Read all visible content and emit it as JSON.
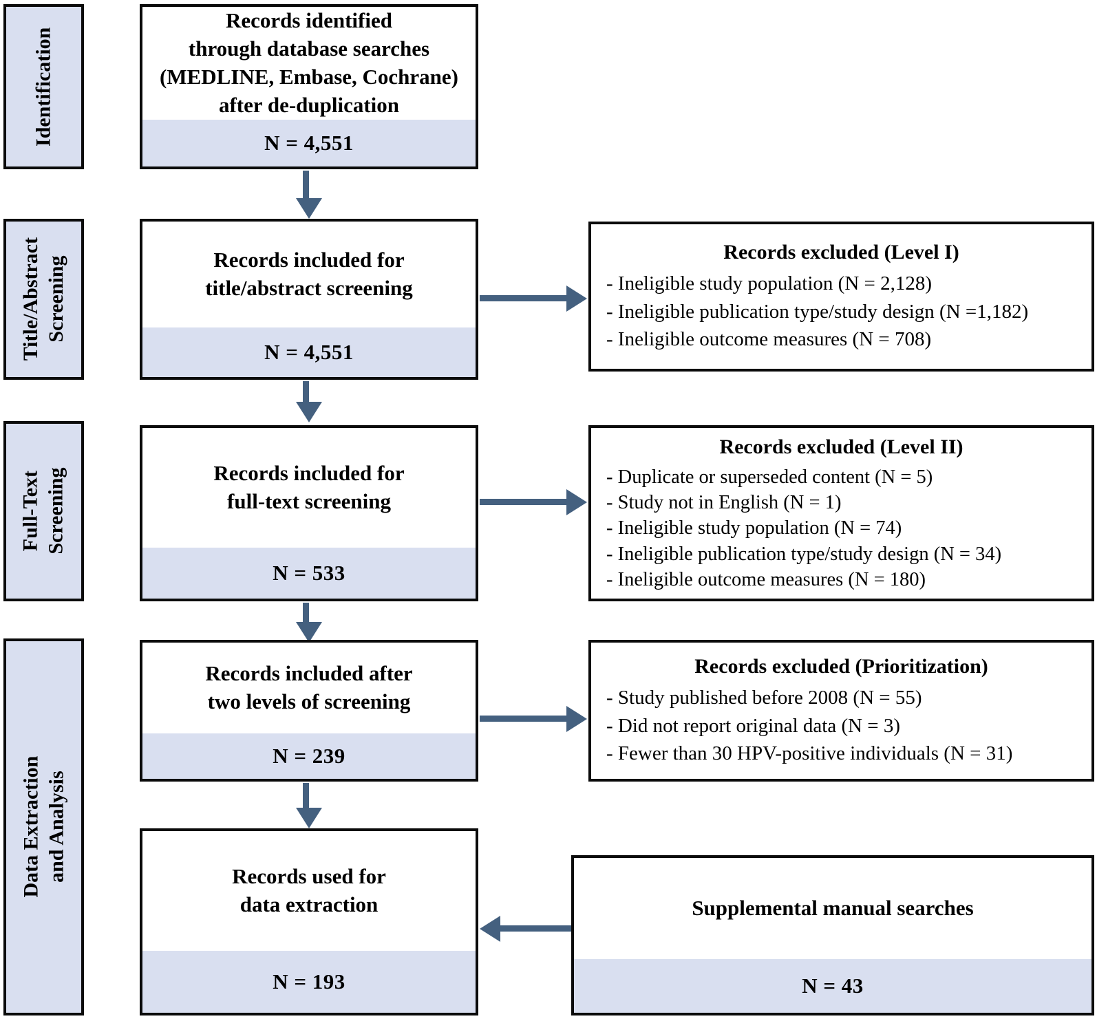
{
  "diagram": {
    "type": "prisma-flow-diagram",
    "colors": {
      "band_fill": "#d9dff0",
      "stage_fill": "#d9dff0",
      "border": "#0b0b0b",
      "arrow": "#44607f",
      "text": "#000000"
    }
  },
  "stages": [
    {
      "id": "identification",
      "label_lines": [
        "Identification"
      ]
    },
    {
      "id": "title-abstract-screening",
      "label_lines": [
        "Title/Abstract",
        "Screening"
      ]
    },
    {
      "id": "full-text-screening",
      "label_lines": [
        "Full-Text",
        "Screening"
      ]
    },
    {
      "id": "data-extraction-and-analysis",
      "label_lines": [
        "Data Extraction",
        "and Analysis"
      ]
    }
  ],
  "flow_boxes": [
    {
      "id": "records-identified",
      "lines": [
        "Records identified",
        "through database searches",
        "(MEDLINE, Embase, Cochrane)",
        "after de-duplication"
      ],
      "n": "N = 4,551"
    },
    {
      "id": "records-title-abstract",
      "lines": [
        "Records included for",
        "title/abstract screening"
      ],
      "n": "N = 4,551"
    },
    {
      "id": "records-full-text",
      "lines": [
        "Records included for",
        "full-text screening"
      ],
      "n": "N = 533"
    },
    {
      "id": "records-after-two-levels",
      "lines": [
        "Records included after",
        "two levels of screening"
      ],
      "n": "N = 239"
    },
    {
      "id": "records-data-extraction",
      "lines": [
        "Records used for",
        "data extraction"
      ],
      "n": "N = 193"
    }
  ],
  "exclusion_boxes": [
    {
      "id": "excluded-level-1",
      "title": "Records excluded (Level I)",
      "items": [
        "- Ineligible study population (N = 2,128)",
        "- Ineligible publication type/study design (N =1,182)",
        "- Ineligible outcome measures (N = 708)"
      ]
    },
    {
      "id": "excluded-level-2",
      "title": "Records excluded (Level II)",
      "items": [
        "- Duplicate or superseded content (N = 5)",
        "- Study not in English (N = 1)",
        "- Ineligible study population (N = 74)",
        "- Ineligible publication type/study design (N = 34)",
        "- Ineligible outcome measures (N = 180)"
      ]
    },
    {
      "id": "excluded-prioritization",
      "title": "Records excluded (Prioritization)",
      "items": [
        "- Study published before 2008 (N = 55)",
        "- Did not report original data (N = 3)",
        "- Fewer than 30 HPV-positive individuals (N = 31)"
      ]
    }
  ],
  "supplemental_box": {
    "id": "supplemental-manual-searches",
    "title": "Supplemental manual searches",
    "n": "N = 43"
  }
}
